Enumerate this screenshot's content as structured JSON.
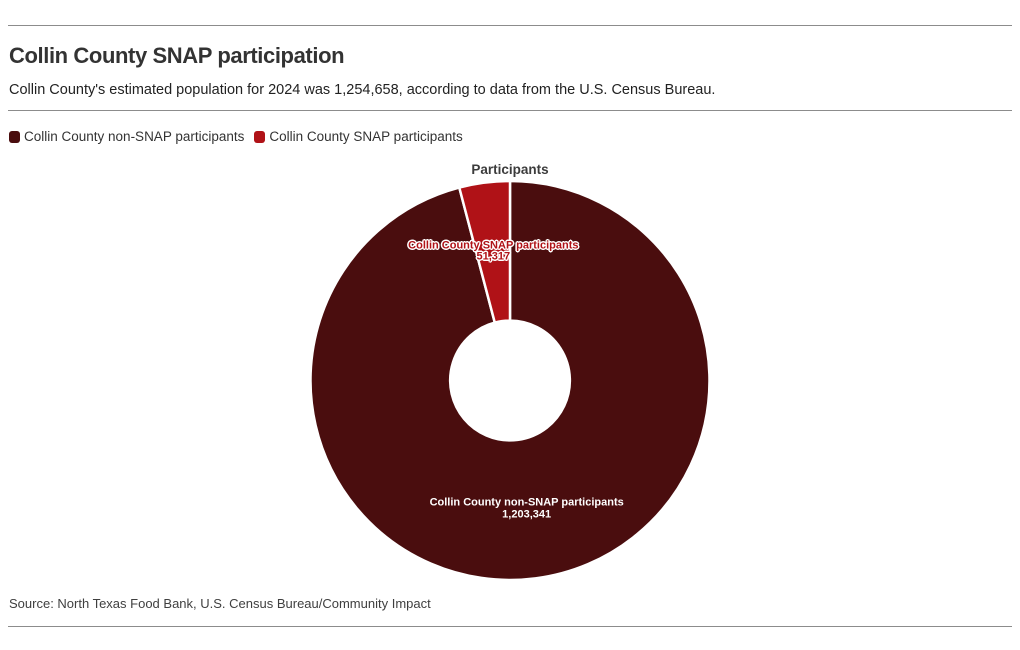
{
  "header": {
    "title": "Collin County SNAP participation",
    "subtitle": "Collin County's estimated population for 2024 was 1,254,658, according to data from the U.S. Census Bureau."
  },
  "legend": {
    "position": "top-left",
    "items": [
      {
        "label": "Collin County non-SNAP participants",
        "color": "#4a0d0e"
      },
      {
        "label": "Collin County SNAP participants",
        "color": "#b01217"
      }
    ]
  },
  "chart_data": {
    "type": "pie",
    "subtype": "donut",
    "title": "Participants",
    "categories": [
      "Collin County non-SNAP participants",
      "Collin County SNAP participants"
    ],
    "values": [
      1203341,
      51317
    ],
    "value_labels": [
      "1,203,341",
      "51,317"
    ],
    "total": 1254658,
    "colors": [
      "#4a0d0e",
      "#b01217"
    ],
    "slice_label_colors": [
      "#ffffff",
      "#b01217"
    ],
    "slice_border_color": "#ffffff",
    "start_angle_deg": 0,
    "direction": "clockwise",
    "inner_radius_ratio": 0.3
  },
  "source": {
    "text": "Source: North Texas Food Bank, U.S. Census Bureau/Community Impact"
  }
}
